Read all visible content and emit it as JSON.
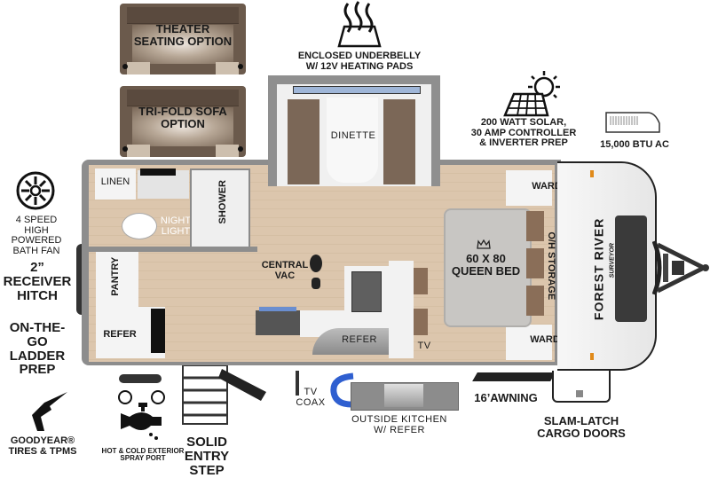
{
  "floorplan": {
    "brand": "FOREST RIVER",
    "sub_brand": "SURVEYOR",
    "interior": {
      "linen": "LINEN",
      "night_light": "NIGHT\nLIGHT",
      "shower": "SHOWER",
      "pantry": "PANTRY",
      "refer_main": "REFER",
      "dinette": "DINETTE",
      "central_vac": "CENTRAL\nVAC",
      "bed": "60 X 80\nQUEEN BED",
      "oh_storage": "O/H STORAGE",
      "ward_top": "WARD",
      "ward_bottom": "WARD",
      "kitchen_refer": "REFER",
      "tv": "TV"
    },
    "options": [
      {
        "label": "THEATER\nSEATING OPTION"
      },
      {
        "label": "TRI-FOLD SOFA\nOPTION"
      }
    ],
    "features": {
      "underbelly": "ENCLOSED UNDERBELLY\nW/ 12V HEATING PADS",
      "solar": "200 WATT SOLAR,\n30 AMP CONTROLLER\n& INVERTER PREP",
      "ac": "15,000 BTU AC",
      "bath_fan": "4 SPEED\nHIGH POWERED\nBATH FAN",
      "hitch": "2” RECEIVER\nHITCH",
      "ladder": "ON-THE-GO\nLADDER PREP",
      "tires": "GOODYEAR®\nTIRES & TPMS",
      "spray_port": "HOT & COLD EXTERIOR\nSPRAY PORT",
      "entry_step": "SOLID ENTRY\nSTEP",
      "tv_coax": "TV\nCOAX",
      "outside_kitchen": "OUTSIDE KITCHEN\nW/ REFER",
      "awning": "16’AWNING",
      "cargo_doors": "SLAM-LATCH\nCARGO DOORS"
    },
    "icons": {
      "underbelly": "heat-waves-icon",
      "solar": "solar-panel-sun-icon",
      "ac": "ac-unit-icon",
      "bath_fan": "fan-icon",
      "tires": "goodyear-wingfoot-icon",
      "spray_port": "faucet-hot-cold-icon",
      "central_vac": "boot-print-icon",
      "bed": "crown-icon"
    },
    "colors": {
      "floor": "#dcc6ad",
      "walls": "#8d8d8d",
      "sofa": "#6b5a4c",
      "text": "#1a1a1a",
      "hose": "#2f5fd0"
    }
  }
}
